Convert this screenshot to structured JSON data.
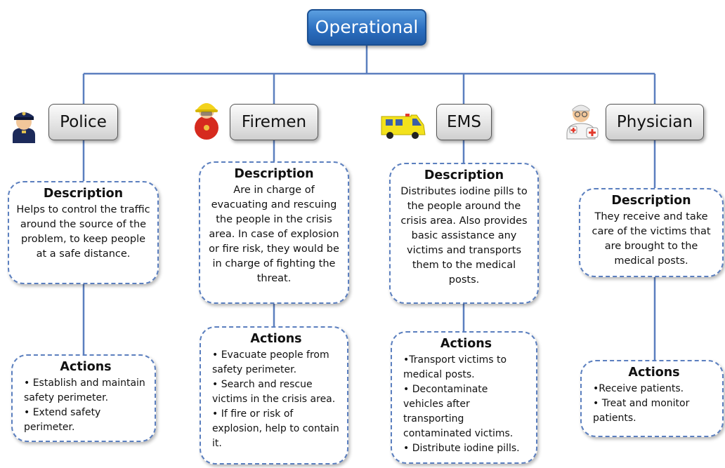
{
  "root": {
    "label": "Operational"
  },
  "columns": [
    {
      "role": "Police",
      "icon": "police-officer-icon",
      "description": {
        "heading": "Description",
        "text": "Helps to control the traffic around the source of the problem, to keep people at a safe distance."
      },
      "actions": {
        "heading": "Actions",
        "items": [
          "• Establish and maintain safety perimeter.",
          "• Extend safety perimeter."
        ]
      }
    },
    {
      "role": "Firemen",
      "icon": "fireman-icon",
      "description": {
        "heading": "Description",
        "text": "Are in charge of evacuating and rescuing the people in the crisis area. In case of explosion or fire risk, they would be in charge of fighting the threat."
      },
      "actions": {
        "heading": "Actions",
        "items": [
          "• Evacuate people from safety perimeter.",
          "• Search and rescue victims in the crisis area.",
          "• If fire or risk of explosion, help to contain it."
        ]
      }
    },
    {
      "role": "EMS",
      "icon": "ambulance-icon",
      "description": {
        "heading": "Description",
        "text": "Distributes iodine pills to the people around the crisis area. Also provides basic assistance any victims and transports them to the medical posts."
      },
      "actions": {
        "heading": "Actions",
        "items": [
          "•Transport victims to medical posts.",
          "• Decontaminate vehicles after transporting contaminated victims.",
          "• Distribute iodine pills."
        ]
      }
    },
    {
      "role": "Physician",
      "icon": "doctor-icon",
      "description": {
        "heading": "Description",
        "text": "They receive and take care of the victims that are brought to the medical posts."
      },
      "actions": {
        "heading": "Actions",
        "items": [
          "•Receive patients.",
          "• Treat and monitor patients."
        ]
      }
    }
  ],
  "colors": {
    "connector": "#5b7fbf",
    "root_fill": "#2c6fc0",
    "dashed_border": "#5b7fbf"
  }
}
